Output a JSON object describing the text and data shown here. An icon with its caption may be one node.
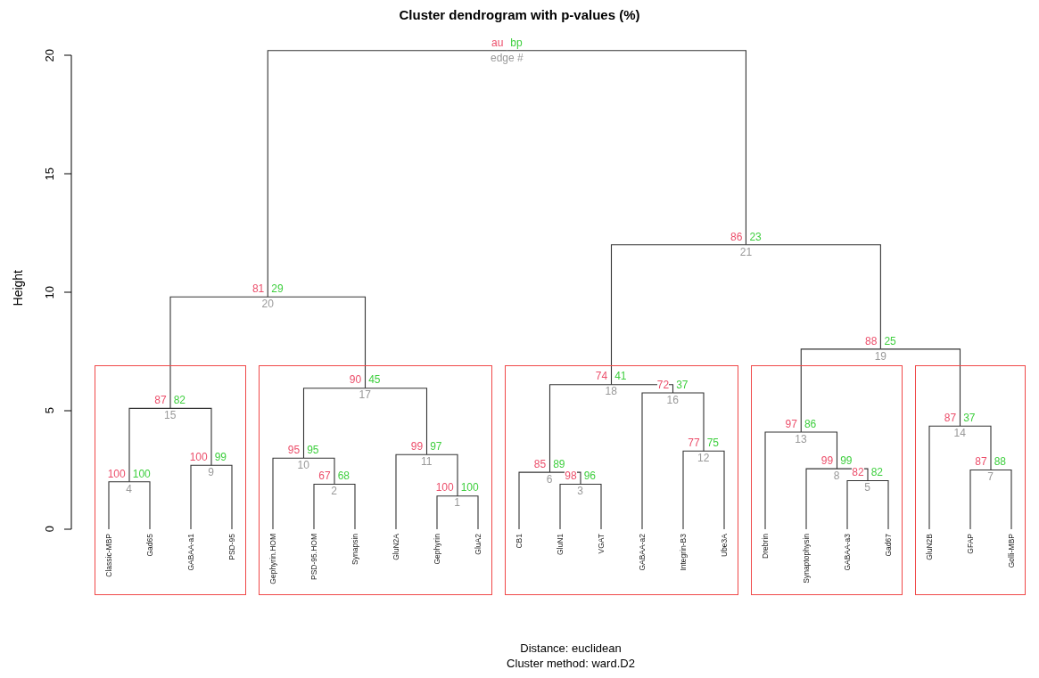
{
  "diagram": {
    "title": "Cluster dendrogram with p-values (%)",
    "nodes": [
      {
        "text": [
          "au",
          "bp",
          "edge #"
        ]
      },
      {
        "text": [
          "81",
          "29",
          "20"
        ]
      },
      {
        "text": [
          "86",
          "23",
          "21"
        ]
      },
      {
        "text": [
          "88",
          "25",
          "19"
        ]
      },
      {
        "text": [],
        "shape": "box"
      },
      {
        "text": [],
        "shape": "box"
      },
      {
        "text": [],
        "shape": "box"
      },
      {
        "text": [],
        "shape": "box"
      },
      {
        "text": [],
        "shape": "box"
      },
      {
        "text": [
          "87",
          "82",
          "15"
        ],
        "in": 4
      },
      {
        "text": [
          "100",
          "100",
          "4"
        ],
        "in": 4
      },
      {
        "text": [
          "100",
          "99",
          "9"
        ],
        "in": 4
      },
      {
        "text": [
          "90",
          "45",
          "17"
        ],
        "in": 5
      },
      {
        "text": [
          "95",
          "95",
          "10"
        ],
        "in": 5
      },
      {
        "text": [
          "67",
          "68",
          "2"
        ],
        "in": 5
      },
      {
        "text": [
          "99",
          "97",
          "11"
        ],
        "in": 5
      },
      {
        "text": [
          "100",
          "100",
          "1"
        ],
        "in": 5
      },
      {
        "text": [
          "74",
          "41",
          "18"
        ],
        "in": 6
      },
      {
        "text": [
          "85",
          "89",
          "6"
        ],
        "in": 6
      },
      {
        "text": [
          "98",
          "96",
          "3"
        ],
        "in": 6
      },
      {
        "text": [
          "72",
          "37",
          "16"
        ],
        "in": 6
      },
      {
        "text": [
          "77",
          "75",
          "12"
        ],
        "in": 6
      },
      {
        "text": [
          "97",
          "86",
          "13"
        ],
        "in": 7
      },
      {
        "text": [
          "99",
          "99",
          "8"
        ],
        "in": 7
      },
      {
        "text": [
          "82",
          "82",
          "5"
        ],
        "in": 7
      },
      {
        "text": [
          "87",
          "37",
          "14"
        ],
        "in": 8
      },
      {
        "text": [
          "87",
          "88",
          "7"
        ],
        "in": 8
      },
      {
        "text": [
          "Classic-MBP"
        ],
        "in": 4
      },
      {
        "text": [
          "Gad65"
        ],
        "in": 4
      },
      {
        "text": [
          "GABAA-a1"
        ],
        "in": 4
      },
      {
        "text": [
          "PSD-95"
        ],
        "in": 4
      },
      {
        "text": [
          "Gephyrin.HOM"
        ],
        "in": 5
      },
      {
        "text": [
          "PSD-95.HOM"
        ],
        "in": 5
      },
      {
        "text": [
          "Synapsin"
        ],
        "in": 5
      },
      {
        "text": [
          "GluN2A"
        ],
        "in": 5
      },
      {
        "text": [
          "Gephyrin"
        ],
        "in": 5
      },
      {
        "text": [
          "GluA2"
        ],
        "in": 5
      },
      {
        "text": [
          "CB1"
        ],
        "in": 6
      },
      {
        "text": [
          "GluN1"
        ],
        "in": 6
      },
      {
        "text": [
          "VGAT"
        ],
        "in": 6
      },
      {
        "text": [
          "GABAA-a2"
        ],
        "in": 6
      },
      {
        "text": [
          "Integrin-B3"
        ],
        "in": 6
      },
      {
        "text": [
          "Ube3A"
        ],
        "in": 6
      },
      {
        "text": [
          "Drebrin"
        ],
        "in": 7
      },
      {
        "text": [
          "Synaptophysin"
        ],
        "in": 7
      },
      {
        "text": [
          "GABAA-a3"
        ],
        "in": 7
      },
      {
        "text": [
          "Gad67"
        ],
        "in": 7
      },
      {
        "text": [
          "GluN2B"
        ],
        "in": 8
      },
      {
        "text": [
          "GFAP"
        ],
        "in": 8
      },
      {
        "text": [
          "Golli-MBP"
        ],
        "in": 8
      }
    ],
    "edges": [
      {
        "from": 0,
        "to": 1,
        "arrow": "none"
      },
      {
        "from": 0,
        "to": 2,
        "arrow": "none"
      },
      {
        "from": 1,
        "to": 9,
        "arrow": "none"
      },
      {
        "from": 1,
        "to": 12,
        "arrow": "none"
      },
      {
        "from": 9,
        "to": 10,
        "arrow": "none"
      },
      {
        "from": 9,
        "to": 11,
        "arrow": "none"
      },
      {
        "from": 10,
        "to": 27,
        "arrow": "none"
      },
      {
        "from": 10,
        "to": 28,
        "arrow": "none"
      },
      {
        "from": 11,
        "to": 29,
        "arrow": "none"
      },
      {
        "from": 11,
        "to": 30,
        "arrow": "none"
      },
      {
        "from": 12,
        "to": 13,
        "arrow": "none"
      },
      {
        "from": 12,
        "to": 15,
        "arrow": "none"
      },
      {
        "from": 13,
        "to": 31,
        "arrow": "none"
      },
      {
        "from": 13,
        "to": 14,
        "arrow": "none"
      },
      {
        "from": 14,
        "to": 32,
        "arrow": "none"
      },
      {
        "from": 14,
        "to": 33,
        "arrow": "none"
      },
      {
        "from": 15,
        "to": 34,
        "arrow": "none"
      },
      {
        "from": 15,
        "to": 16,
        "arrow": "none"
      },
      {
        "from": 16,
        "to": 35,
        "arrow": "none"
      },
      {
        "from": 16,
        "to": 36,
        "arrow": "none"
      },
      {
        "from": 2,
        "to": 17,
        "arrow": "none"
      },
      {
        "from": 2,
        "to": 3,
        "arrow": "none"
      },
      {
        "from": 17,
        "to": 18,
        "arrow": "none"
      },
      {
        "from": 17,
        "to": 20,
        "arrow": "none"
      },
      {
        "from": 18,
        "to": 37,
        "arrow": "none"
      },
      {
        "from": 18,
        "to": 19,
        "arrow": "none"
      },
      {
        "from": 19,
        "to": 38,
        "arrow": "none"
      },
      {
        "from": 19,
        "to": 39,
        "arrow": "none"
      },
      {
        "from": 20,
        "to": 40,
        "arrow": "none"
      },
      {
        "from": 20,
        "to": 21,
        "arrow": "none"
      },
      {
        "from": 21,
        "to": 41,
        "arrow": "none"
      },
      {
        "from": 21,
        "to": 42,
        "arrow": "none"
      },
      {
        "from": 3,
        "to": 22,
        "arrow": "none"
      },
      {
        "from": 3,
        "to": 25,
        "arrow": "none"
      },
      {
        "from": 22,
        "to": 43,
        "arrow": "none"
      },
      {
        "from": 22,
        "to": 23,
        "arrow": "none"
      },
      {
        "from": 23,
        "to": 44,
        "arrow": "none"
      },
      {
        "from": 23,
        "to": 24,
        "arrow": "none"
      },
      {
        "from": 24,
        "to": 45,
        "arrow": "none"
      },
      {
        "from": 24,
        "to": 46,
        "arrow": "none"
      },
      {
        "from": 25,
        "to": 47,
        "arrow": "none"
      },
      {
        "from": 25,
        "to": 26,
        "arrow": "none"
      },
      {
        "from": 26,
        "to": 48,
        "arrow": "none"
      },
      {
        "from": 26,
        "to": 49,
        "arrow": "none"
      }
    ],
    "labels": [
      "Height",
      "20",
      "15",
      "10",
      "5",
      "0",
      "Distance: euclidean",
      "Cluster method: ward.D2"
    ]
  }
}
